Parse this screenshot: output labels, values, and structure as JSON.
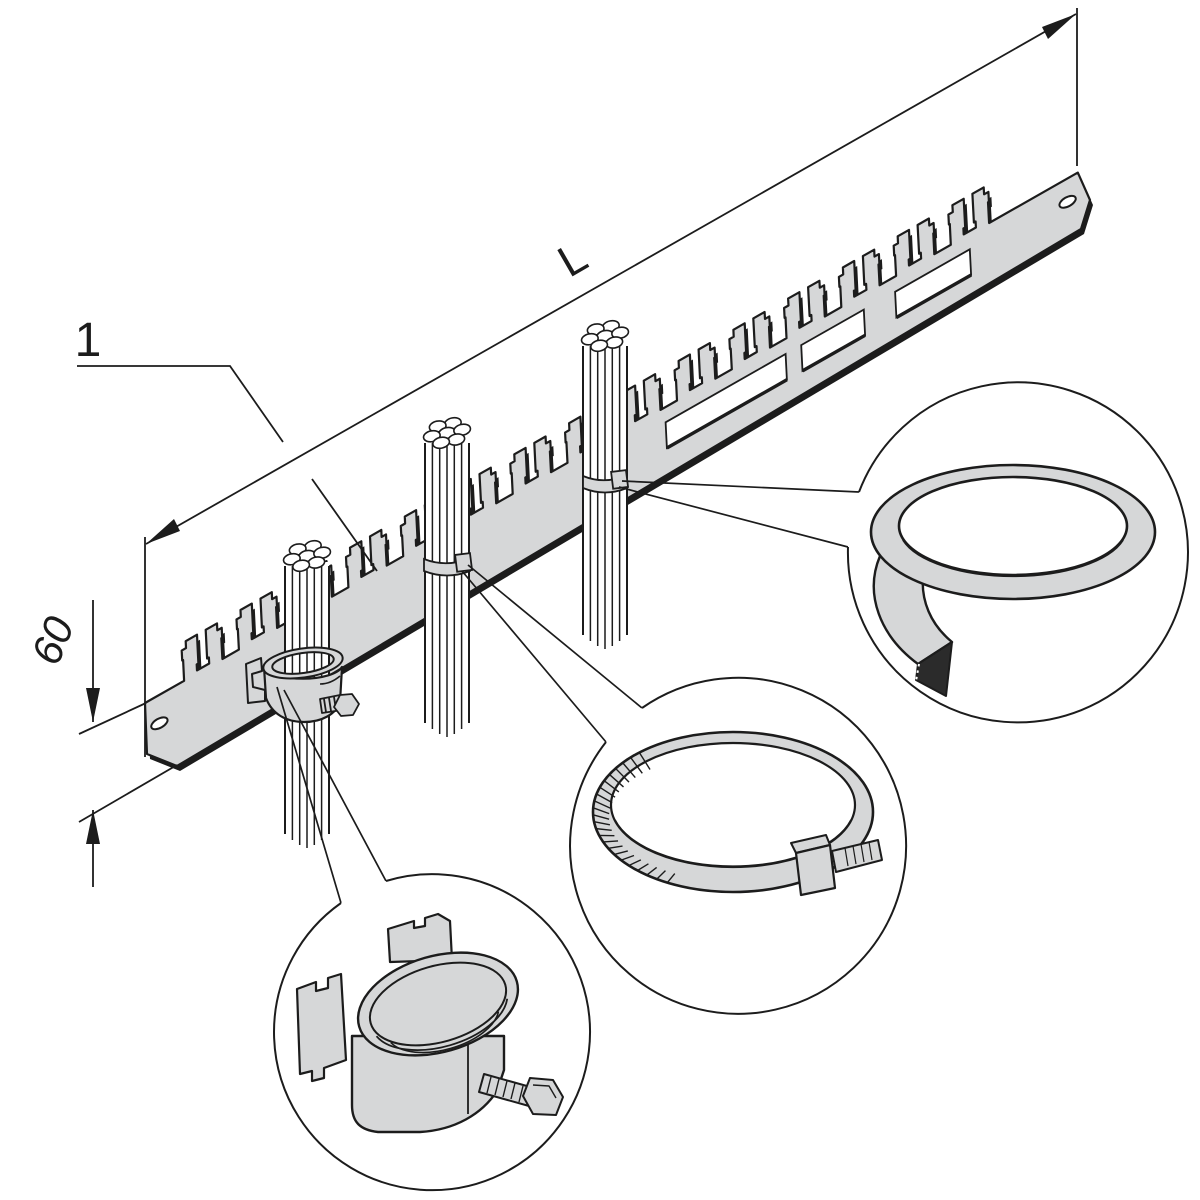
{
  "figure": {
    "title": "cable-comb-rail-mounting-diagram",
    "labels": {
      "item_number": "1",
      "length_dimension": "L",
      "width_dimension": "60"
    },
    "callouts": [
      {
        "name": "hook-and-loop-strap"
      },
      {
        "name": "cable-tie"
      },
      {
        "name": "saddle-clamp-with-screw"
      }
    ],
    "colors": {
      "ink": "#1c1c1c",
      "metal": "#d6d7d8",
      "dark_patch": "#2b2b2b",
      "paper": "#ffffff"
    }
  }
}
